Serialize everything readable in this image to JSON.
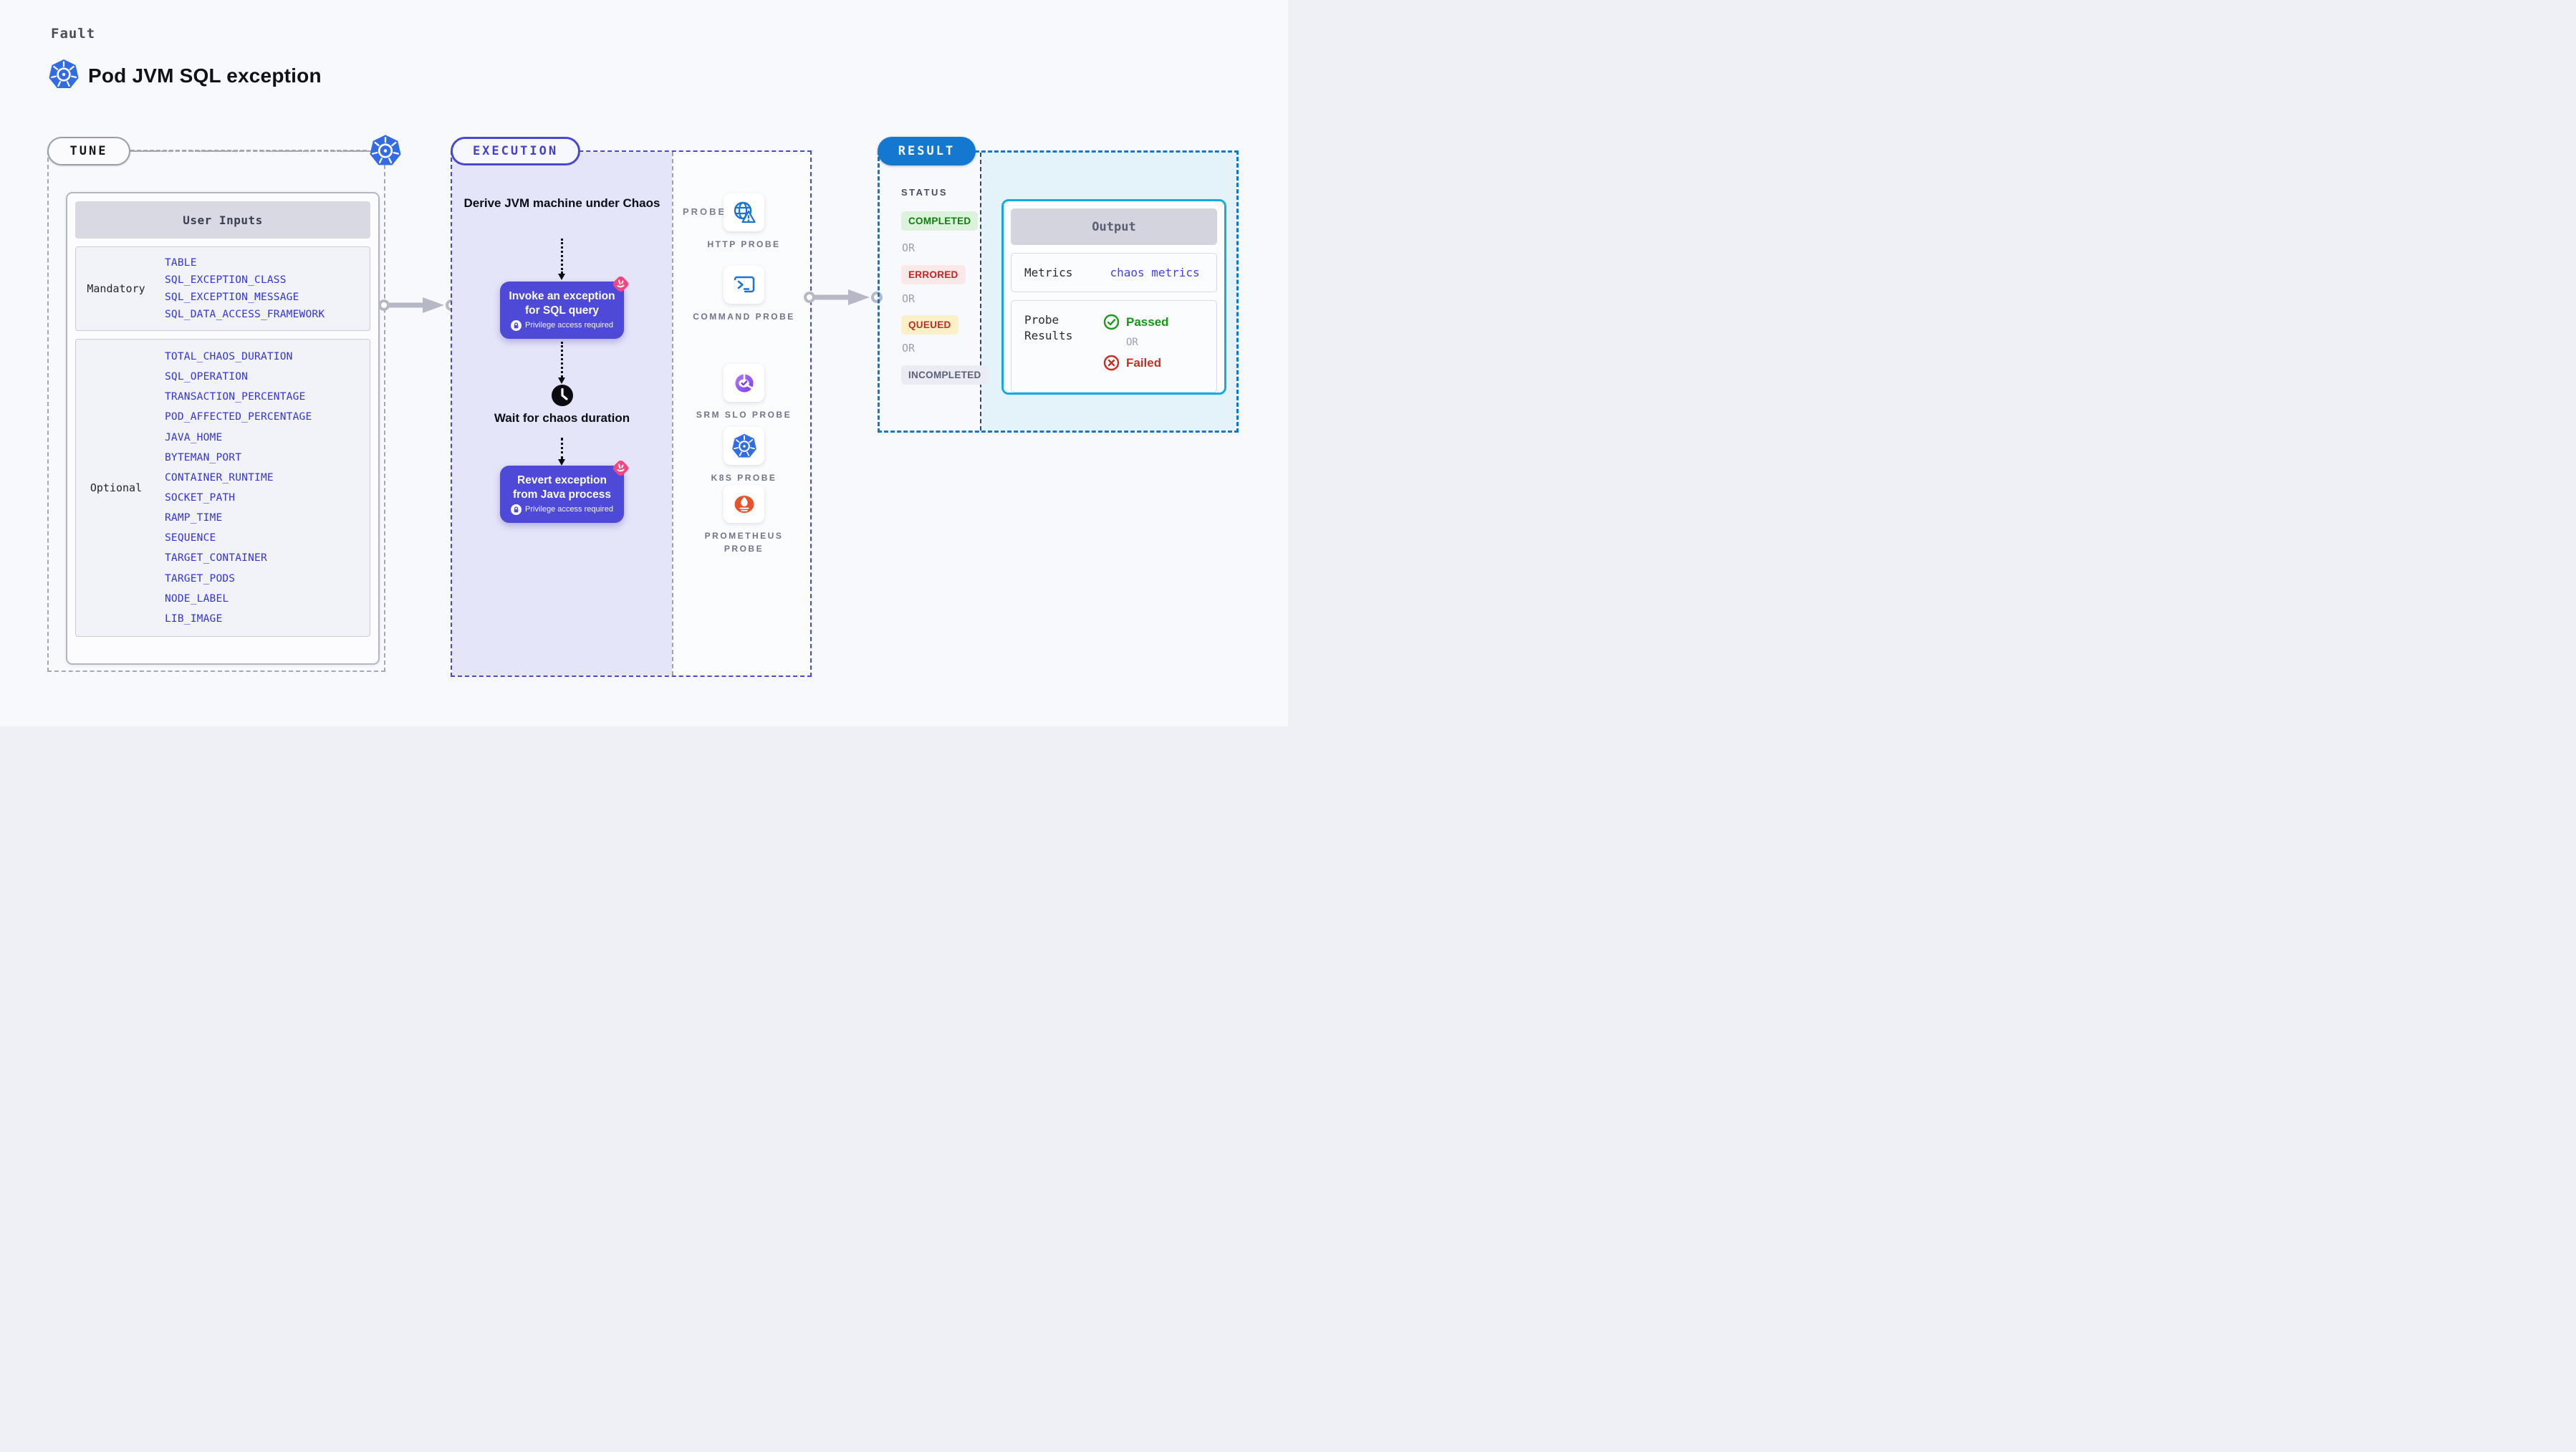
{
  "header": {
    "eyebrow": "Fault",
    "title": "Pod JVM SQL exception"
  },
  "tune": {
    "label": "TUNE",
    "card_title": "User Inputs",
    "groups": [
      {
        "label": "Mandatory",
        "params": [
          "TABLE",
          "SQL_EXCEPTION_CLASS",
          "SQL_EXCEPTION_MESSAGE",
          "SQL_DATA_ACCESS_FRAMEWORK"
        ]
      },
      {
        "label": "Optional",
        "params": [
          "TOTAL_CHAOS_DURATION",
          "SQL_OPERATION",
          "TRANSACTION_PERCENTAGE",
          "POD_AFFECTED_PERCENTAGE",
          "JAVA_HOME",
          "BYTEMAN_PORT",
          "CONTAINER_RUNTIME",
          "SOCKET_PATH",
          "RAMP_TIME",
          "SEQUENCE",
          "TARGET_CONTAINER",
          "TARGET_PODS",
          "NODE_LABEL",
          "LIB_IMAGE"
        ]
      }
    ]
  },
  "execution": {
    "label": "EXECUTION",
    "steps": {
      "derive": "Derive JVM machine under Chaos",
      "invoke": {
        "title": "Invoke an exception for SQL query",
        "badge": "Privilege access required"
      },
      "wait": "Wait for chaos duration",
      "revert": {
        "title": "Revert exception from Java process",
        "badge": "Privilege access required"
      }
    }
  },
  "probes": {
    "title": "PROBES",
    "items": [
      {
        "icon": "http-probe-icon",
        "label": "HTTP PROBE"
      },
      {
        "icon": "command-probe-icon",
        "label": "COMMAND PROBE"
      },
      {
        "icon": "srm-slo-probe-icon",
        "label": "SRM SLO PROBE"
      },
      {
        "icon": "k8s-probe-icon",
        "label": "K8S PROBE"
      },
      {
        "icon": "prometheus-probe-icon",
        "label": "PROMETHEUS PROBE"
      }
    ]
  },
  "result": {
    "label": "RESULT",
    "status_title": "STATUS",
    "or_label": "OR",
    "statuses": [
      {
        "label": "COMPLETED",
        "kind": "completed",
        "bg": "#dcf2dc",
        "color": "#117c11"
      },
      {
        "label": "ERRORED",
        "kind": "errored",
        "bg": "#fbe8e8",
        "color": "#c52424"
      },
      {
        "label": "QUEUED",
        "kind": "queued",
        "bg": "#fcf0c9",
        "color": "#bf2e22"
      },
      {
        "label": "INCOMPLETED",
        "kind": "incompleted",
        "bg": "#ebecf3",
        "color": "#5a6075"
      }
    ],
    "output": {
      "title": "Output",
      "metrics_label": "Metrics",
      "metrics_value": "chaos metrics",
      "probe_results_label": "Probe Results",
      "passed_label": "Passed",
      "or_label": "OR",
      "failed_label": "Failed"
    }
  },
  "colors": {
    "accent_indigo": "#4e49d6",
    "lavender_panel": "#e5e5f9",
    "param_blue": "#3434da",
    "kubernetes_blue": "#326ce5",
    "result_blue": "#1478d0",
    "output_border_cyan": "#15abe2",
    "result_panel_cyan": "#e4f2fa",
    "badge_pink": "#f2477e",
    "prometheus_orange": "#e6522c",
    "passed_green": "#189418",
    "failed_red": "#cf2b20"
  }
}
